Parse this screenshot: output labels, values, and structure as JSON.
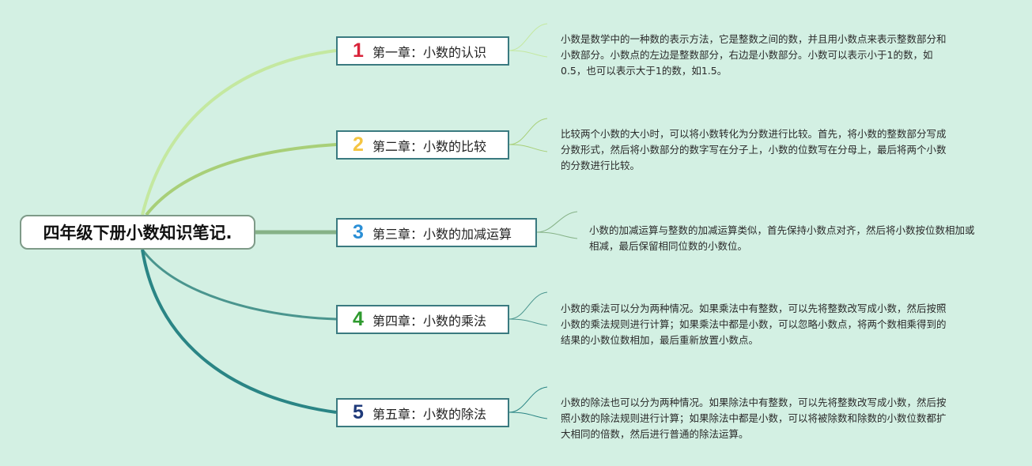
{
  "root": {
    "title": "四年级下册小数知识笔记."
  },
  "chapters": [
    {
      "number": "1",
      "title": "第一章：小数的认识",
      "number_color": "#d9233a",
      "branch_color": "#c4e8a0",
      "description": "小数是数学中的一种数的表示方法，它是整数之间的数，并且用小数点来表示整数部分和小数部分。小数点的左边是整数部分，右边是小数部分。小数可以表示小于1的数，如0.5，也可以表示大于1的数，如1.5。"
    },
    {
      "number": "2",
      "title": "第二章：小数的比较",
      "number_color": "#f5c542",
      "branch_color": "#a8cf78",
      "description": "比较两个小数的大小时，可以将小数转化为分数进行比较。首先，将小数的整数部分写成分数形式，然后将小数部分的数字写在分子上，小数的位数写在分母上，最后将两个小数的分数进行比较。"
    },
    {
      "number": "3",
      "title": "第三章：小数的加减运算",
      "number_color": "#2b8fd6",
      "branch_color": "#86b287",
      "description": "小数的加减运算与整数的加减运算类似，首先保持小数点对齐，然后将小数按位数相加或相减，最后保留相同位数的小数位。"
    },
    {
      "number": "4",
      "title": "第四章：小数的乘法",
      "number_color": "#2e9a2e",
      "branch_color": "#4a958e",
      "description": "小数的乘法可以分为两种情况。如果乘法中有整数，可以先将整数改写成小数，然后按照小数的乘法规则进行计算；如果乘法中都是小数，可以忽略小数点，将两个数相乘得到的结果的小数位数相加，最后重新放置小数点。"
    },
    {
      "number": "5",
      "title": "第五章：小数的除法",
      "number_color": "#1f3a7a",
      "branch_color": "#2a8585",
      "description": "小数的除法也可以分为两种情况。如果除法中有整数，可以先将整数改写成小数，然后按照小数的除法规则进行计算；如果除法中都是小数，可以将被除数和除数的小数位数都扩大相同的倍数，然后进行普通的除法运算。"
    }
  ]
}
